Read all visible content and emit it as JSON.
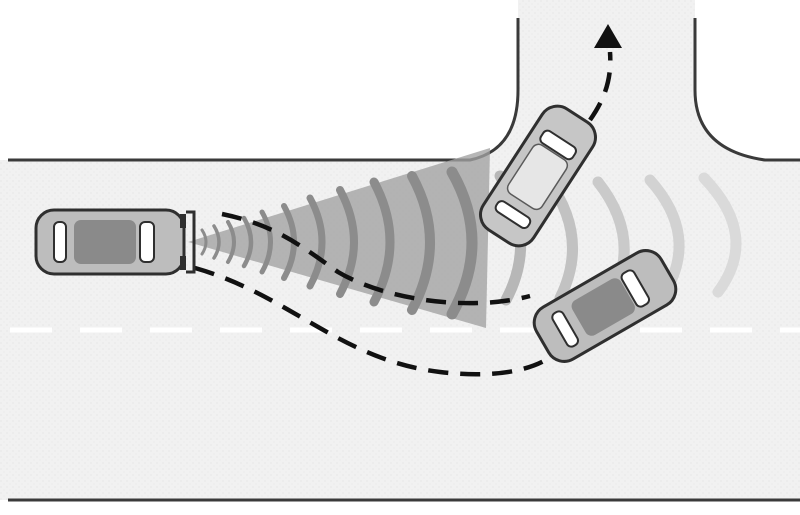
{
  "diagram": {
    "subject": "intersection-collision-warning",
    "colors": {
      "road": "#f1f1f1",
      "background": "#ffffff",
      "curb": "#3a3a3a",
      "lane_marking": "#ffffff",
      "sensor_cone": "#9e9e9e",
      "sensor_wave": "#8c8c8c",
      "car_body": "#bdbdbd",
      "car_outline": "#2f2f2f",
      "car_roof": "#8a8a8a",
      "path": "#111111"
    },
    "elements": {
      "vehicles": [
        "ego-car",
        "crossing-car",
        "turning-car"
      ],
      "paths": [
        "ego-path-left-turn",
        "crossing-car-path",
        "turning-car-path"
      ],
      "indicators": [
        "sensor-cone",
        "sensor-waves",
        "direction-arrow"
      ]
    }
  }
}
